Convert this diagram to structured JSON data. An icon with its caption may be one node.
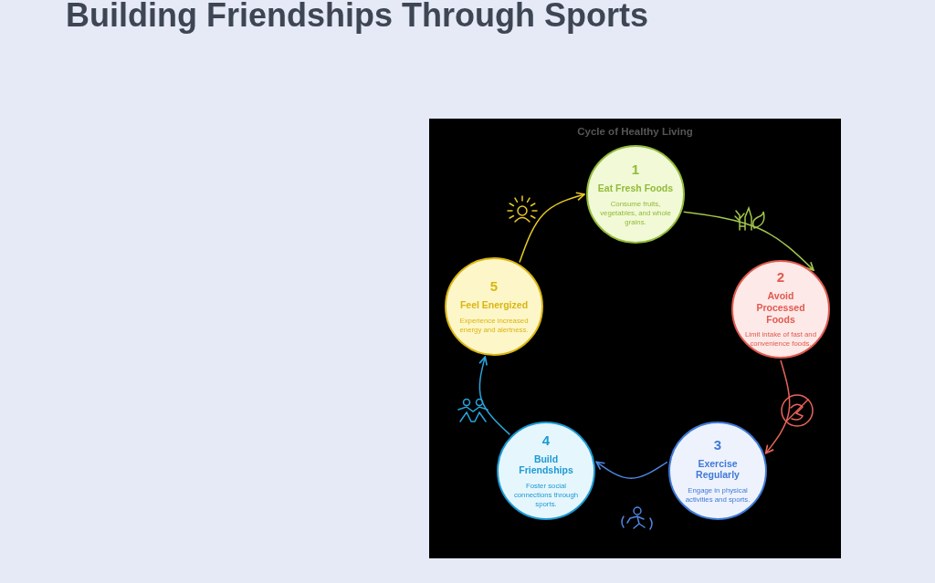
{
  "diagram": {
    "title": "Building Friendships Through Sports",
    "nodes": [
      {
        "text": [
          "Cycle of Healthy Living"
        ]
      },
      {
        "text": [
          "1",
          "Eat Fresh Foods",
          "Consume fruits, vegetables, and whole grains."
        ],
        "in": 0
      },
      {
        "text": [
          "2",
          "Avoid Processed Foods",
          "Limit intake of fast and convenience foods."
        ],
        "in": 0
      },
      {
        "text": [
          "3",
          "Exercise Regularly",
          "Engage in physical activities and sports."
        ],
        "in": 0
      },
      {
        "text": [
          "4",
          "Build Friendships",
          "Foster social connections through sports."
        ],
        "in": 0
      },
      {
        "text": [
          "5",
          "Feel Energized",
          "Experience increased energy and alertness."
        ],
        "in": 0
      }
    ],
    "edges": [
      {
        "from": 1,
        "to": 2,
        "arrow": "to",
        "color": "#a3c74a"
      },
      {
        "from": 2,
        "to": 3,
        "arrow": "to",
        "color": "#e8645a"
      },
      {
        "from": 3,
        "to": 4,
        "arrow": "to",
        "color": "#4f86e0"
      },
      {
        "from": 4,
        "to": 5,
        "arrow": "to",
        "color": "#2aa5dc"
      },
      {
        "from": 5,
        "to": 1,
        "arrow": "to",
        "color": "#e6c825"
      }
    ]
  }
}
